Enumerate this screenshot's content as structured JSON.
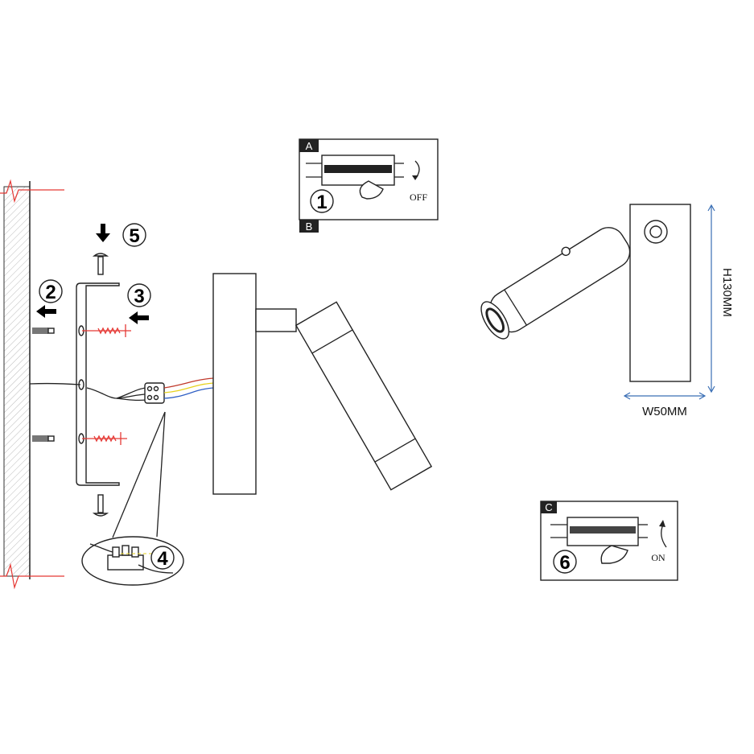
{
  "steps": {
    "s1": "1",
    "s2": "2",
    "s3": "3",
    "s4": "4",
    "s5": "5",
    "s6": "6"
  },
  "breaker_box_off": {
    "tag_top": "A",
    "tag_bottom": "B",
    "state": "OFF"
  },
  "breaker_box_on": {
    "tag": "C",
    "state": "ON"
  },
  "dimensions": {
    "height": "H130MM",
    "width": "W50MM"
  },
  "colors": {
    "wire_red": "#c0392b",
    "wire_yellow": "#e6d21e",
    "wire_blue": "#2f5fc4",
    "screw_red": "#e53935",
    "dim_blue": "#3a6fb5"
  }
}
